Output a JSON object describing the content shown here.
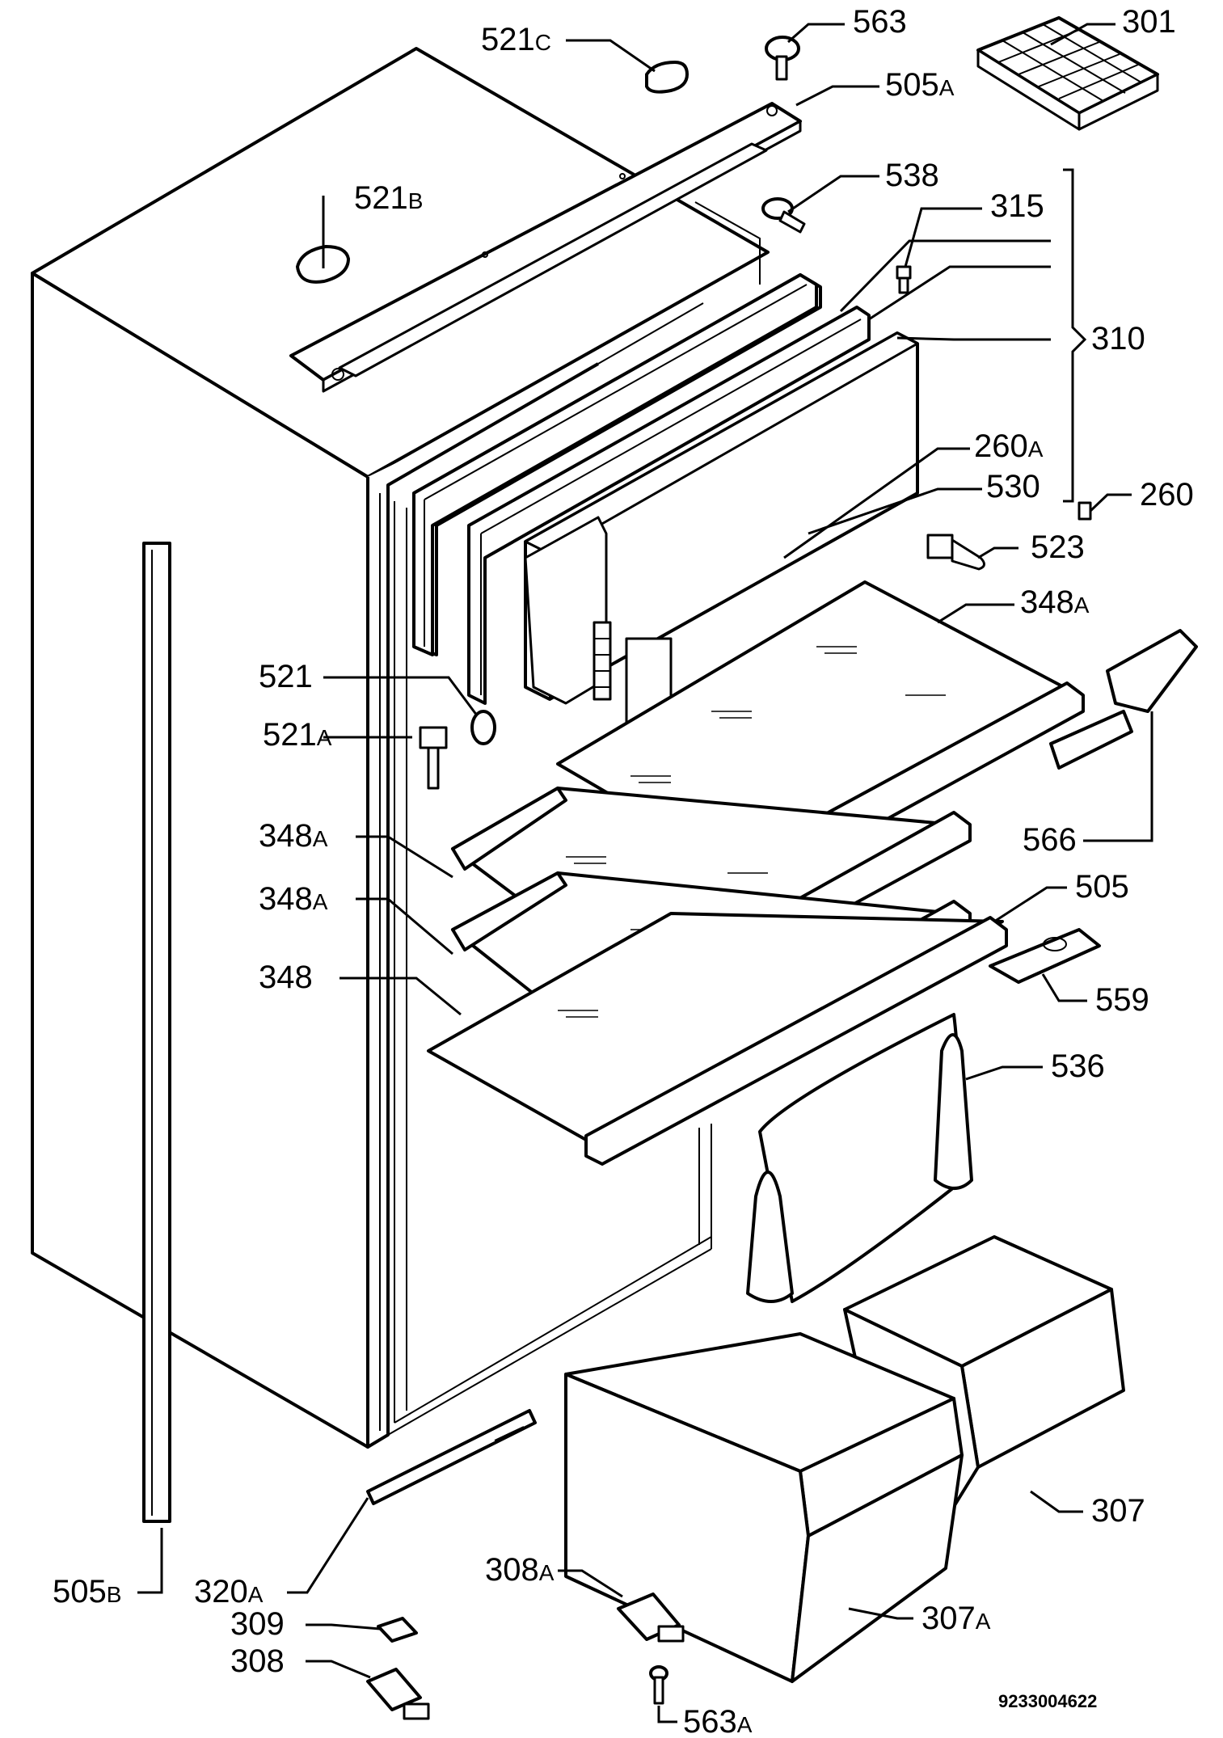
{
  "diagram": {
    "drawing_code": "9233004622",
    "labels": {
      "l_521c": {
        "num": "521",
        "suf": "C"
      },
      "l_563": {
        "num": "563",
        "suf": ""
      },
      "l_301": {
        "num": "301",
        "suf": ""
      },
      "l_505a": {
        "num": "505",
        "suf": "A"
      },
      "l_521b": {
        "num": "521",
        "suf": "B"
      },
      "l_538": {
        "num": "538",
        "suf": ""
      },
      "l_315": {
        "num": "315",
        "suf": ""
      },
      "l_310": {
        "num": "310",
        "suf": ""
      },
      "l_260a": {
        "num": "260",
        "suf": "A"
      },
      "l_530": {
        "num": "530",
        "suf": ""
      },
      "l_260": {
        "num": "260",
        "suf": ""
      },
      "l_523": {
        "num": "523",
        "suf": ""
      },
      "l_348a_top": {
        "num": "348",
        "suf": "A"
      },
      "l_521": {
        "num": "521",
        "suf": ""
      },
      "l_521a": {
        "num": "521",
        "suf": "A"
      },
      "l_348a_1": {
        "num": "348",
        "suf": "A"
      },
      "l_348a_2": {
        "num": "348",
        "suf": "A"
      },
      "l_566": {
        "num": "566",
        "suf": ""
      },
      "l_505": {
        "num": "505",
        "suf": ""
      },
      "l_348": {
        "num": "348",
        "suf": ""
      },
      "l_559": {
        "num": "559",
        "suf": ""
      },
      "l_536": {
        "num": "536",
        "suf": ""
      },
      "l_307": {
        "num": "307",
        "suf": ""
      },
      "l_505b": {
        "num": "505",
        "suf": "B"
      },
      "l_320a": {
        "num": "320",
        "suf": "A"
      },
      "l_308a": {
        "num": "308",
        "suf": "A"
      },
      "l_307a": {
        "num": "307",
        "suf": "A"
      },
      "l_309": {
        "num": "309",
        "suf": ""
      },
      "l_308": {
        "num": "308",
        "suf": ""
      },
      "l_563a": {
        "num": "563",
        "suf": "A"
      }
    }
  }
}
